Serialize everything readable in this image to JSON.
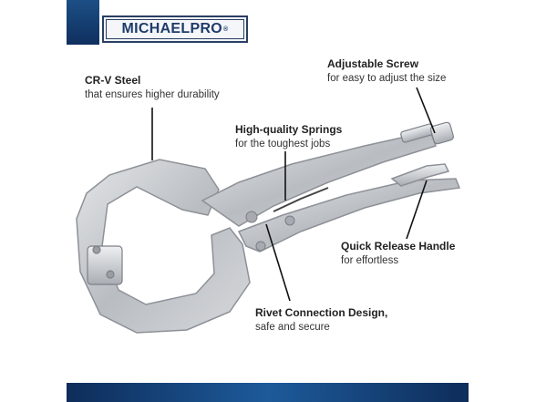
{
  "brand": {
    "name": "MICHAELPRO",
    "reg_mark": "®"
  },
  "features": [
    {
      "title": "CR-V Steel",
      "subtitle": "that ensures higher durability"
    },
    {
      "title": "Adjustable Screw",
      "subtitle": "for easy to adjust the size"
    },
    {
      "title": "High-quality Springs",
      "subtitle": "for the toughest jobs"
    },
    {
      "title": "Quick Release Handle",
      "subtitle": "for effortless"
    },
    {
      "title": "Rivet Connection Design,",
      "subtitle": "safe and secure"
    }
  ],
  "colors": {
    "brand_blue": "#1c4f86",
    "logo_text": "#1f3b6b",
    "steel": "#c9ccd0"
  }
}
